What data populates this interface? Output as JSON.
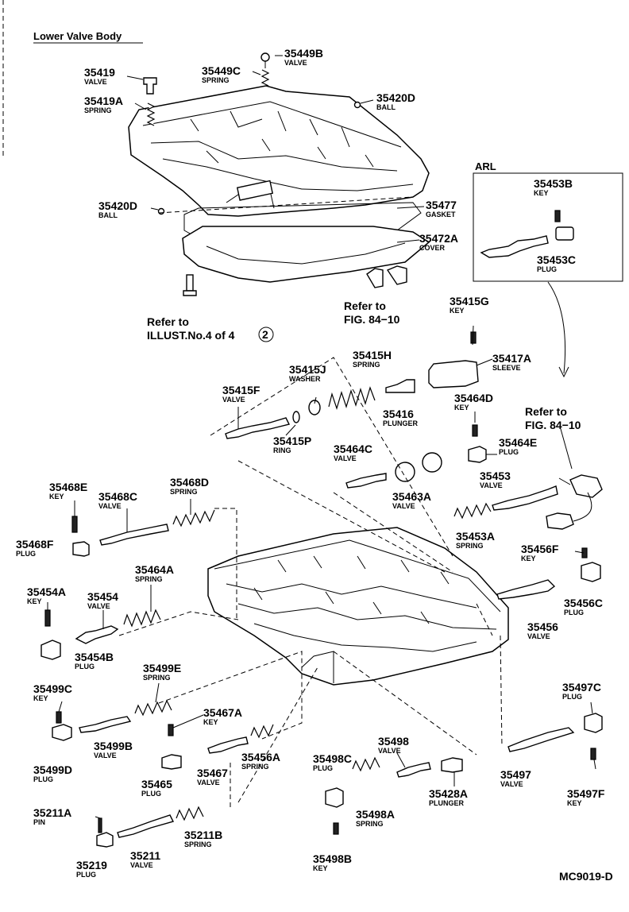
{
  "title": "Lower Valve Body",
  "figure_code": "MC9019-D",
  "inset_label": "ARL",
  "notes": {
    "refer_illust": [
      "Refer to",
      "ILLUST.No.4 of 4"
    ],
    "refer_illust_circle": "2",
    "refer_fig_cover": [
      "Refer to",
      "FIG. 84−10"
    ],
    "refer_fig_solenoid": [
      "Refer to",
      "FIG. 84−10"
    ]
  },
  "parts": [
    {
      "id": "p35419",
      "number": "35419",
      "desc": "VALVE"
    },
    {
      "id": "p35419A",
      "number": "35419A",
      "desc": "SPRING"
    },
    {
      "id": "p35449C",
      "number": "35449C",
      "desc": "SPRING"
    },
    {
      "id": "p35449B",
      "number": "35449B",
      "desc": "VALVE"
    },
    {
      "id": "p35420D_top",
      "number": "35420D",
      "desc": "BALL"
    },
    {
      "id": "p35420D_left",
      "number": "35420D",
      "desc": "BALL"
    },
    {
      "id": "p35477",
      "number": "35477",
      "desc": "GASKET"
    },
    {
      "id": "p35472A",
      "number": "35472A",
      "desc": "COVER"
    },
    {
      "id": "p35453B",
      "number": "35453B",
      "desc": "KEY"
    },
    {
      "id": "p35453C",
      "number": "35453C",
      "desc": "PLUG"
    },
    {
      "id": "p35415G",
      "number": "35415G",
      "desc": "KEY"
    },
    {
      "id": "p35415H",
      "number": "35415H",
      "desc": "SPRING"
    },
    {
      "id": "p35417A",
      "number": "35417A",
      "desc": "SLEEVE"
    },
    {
      "id": "p35415J",
      "number": "35415J",
      "desc": "WASHER"
    },
    {
      "id": "p35415F",
      "number": "35415F",
      "desc": "VALVE"
    },
    {
      "id": "p35416",
      "number": "35416",
      "desc": "PLUNGER"
    },
    {
      "id": "p35415P",
      "number": "35415P",
      "desc": "RING"
    },
    {
      "id": "p35464D",
      "number": "35464D",
      "desc": "KEY"
    },
    {
      "id": "p35464E",
      "number": "35464E",
      "desc": "PLUG"
    },
    {
      "id": "p35464C",
      "number": "35464C",
      "desc": "VALVE"
    },
    {
      "id": "p35463A",
      "number": "35463A",
      "desc": "VALVE"
    },
    {
      "id": "p35453",
      "number": "35453",
      "desc": "VALVE"
    },
    {
      "id": "p35453A",
      "number": "35453A",
      "desc": "SPRING"
    },
    {
      "id": "p35468E",
      "number": "35468E",
      "desc": "KEY"
    },
    {
      "id": "p35468C",
      "number": "35468C",
      "desc": "VALVE"
    },
    {
      "id": "p35468D",
      "number": "35468D",
      "desc": "SPRING"
    },
    {
      "id": "p35468F",
      "number": "35468F",
      "desc": "PLUG"
    },
    {
      "id": "p35456F",
      "number": "35456F",
      "desc": "KEY"
    },
    {
      "id": "p35456C",
      "number": "35456C",
      "desc": "PLUG"
    },
    {
      "id": "p35456",
      "number": "35456",
      "desc": "VALVE"
    },
    {
      "id": "p35464A",
      "number": "35464A",
      "desc": "SPRING"
    },
    {
      "id": "p35454A",
      "number": "35454A",
      "desc": "KEY"
    },
    {
      "id": "p35454",
      "number": "35454",
      "desc": "VALVE"
    },
    {
      "id": "p35454B",
      "number": "35454B",
      "desc": "PLUG"
    },
    {
      "id": "p35499E",
      "number": "35499E",
      "desc": "SPRING"
    },
    {
      "id": "p35499C",
      "number": "35499C",
      "desc": "KEY"
    },
    {
      "id": "p35499B",
      "number": "35499B",
      "desc": "VALVE"
    },
    {
      "id": "p35499D",
      "number": "35499D",
      "desc": "PLUG"
    },
    {
      "id": "p35467A",
      "number": "35467A",
      "desc": "KEY"
    },
    {
      "id": "p35465",
      "number": "35465",
      "desc": "PLUG"
    },
    {
      "id": "p35467",
      "number": "35467",
      "desc": "VALVE"
    },
    {
      "id": "p35456A",
      "number": "35456A",
      "desc": "SPRING"
    },
    {
      "id": "p35497C",
      "number": "35497C",
      "desc": "PLUG"
    },
    {
      "id": "p35497",
      "number": "35497",
      "desc": "VALVE"
    },
    {
      "id": "p35497F",
      "number": "35497F",
      "desc": "KEY"
    },
    {
      "id": "p35498",
      "number": "35498",
      "desc": "VALVE"
    },
    {
      "id": "p35498C",
      "number": "35498C",
      "desc": "PLUG"
    },
    {
      "id": "p35428A",
      "number": "35428A",
      "desc": "PLUNGER"
    },
    {
      "id": "p35498A",
      "number": "35498A",
      "desc": "SPRING"
    },
    {
      "id": "p35498B",
      "number": "35498B",
      "desc": "KEY"
    },
    {
      "id": "p35211A",
      "number": "35211A",
      "desc": "PIN"
    },
    {
      "id": "p35211B",
      "number": "35211B",
      "desc": "SPRING"
    },
    {
      "id": "p35219",
      "number": "35219",
      "desc": "PLUG"
    },
    {
      "id": "p35211",
      "number": "35211",
      "desc": "VALVE"
    }
  ]
}
